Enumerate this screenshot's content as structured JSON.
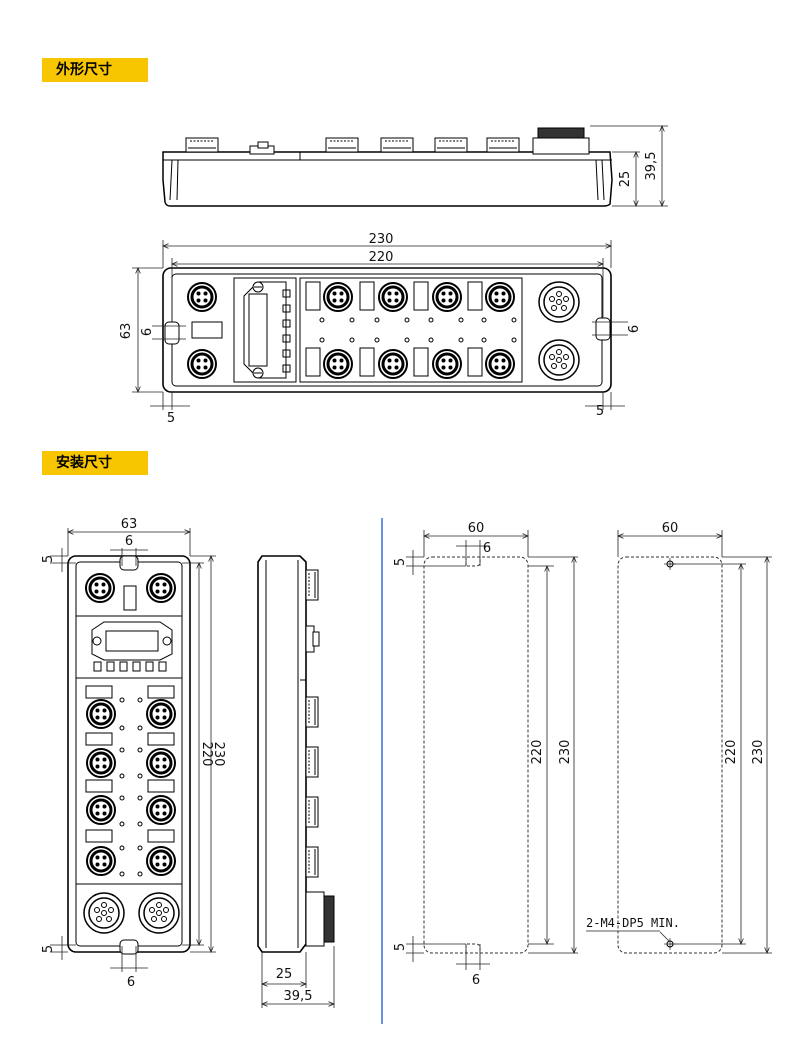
{
  "sections": {
    "outline_title": "外形尺寸",
    "mounting_title": "安装尺寸"
  },
  "side_view": {
    "height_total": "39,5",
    "height_body": "25"
  },
  "top_view": {
    "length_total": "230",
    "length_pitch": "220",
    "width": "63",
    "slot_width": "6",
    "edge_offset": "5"
  },
  "front_view": {
    "width": "63",
    "slot_width": "6",
    "edge_offset": "5",
    "pitch": "220",
    "length": "230"
  },
  "profile_view": {
    "body": "25",
    "total": "39,5"
  },
  "hole_pattern": {
    "width": "60",
    "slot": "6",
    "offset": "5",
    "pitch": "220",
    "length": "230",
    "note": "2-M4-DP5 MIN."
  },
  "colors": {
    "tag": "#f7c600",
    "divider": "#3a6fd0"
  }
}
